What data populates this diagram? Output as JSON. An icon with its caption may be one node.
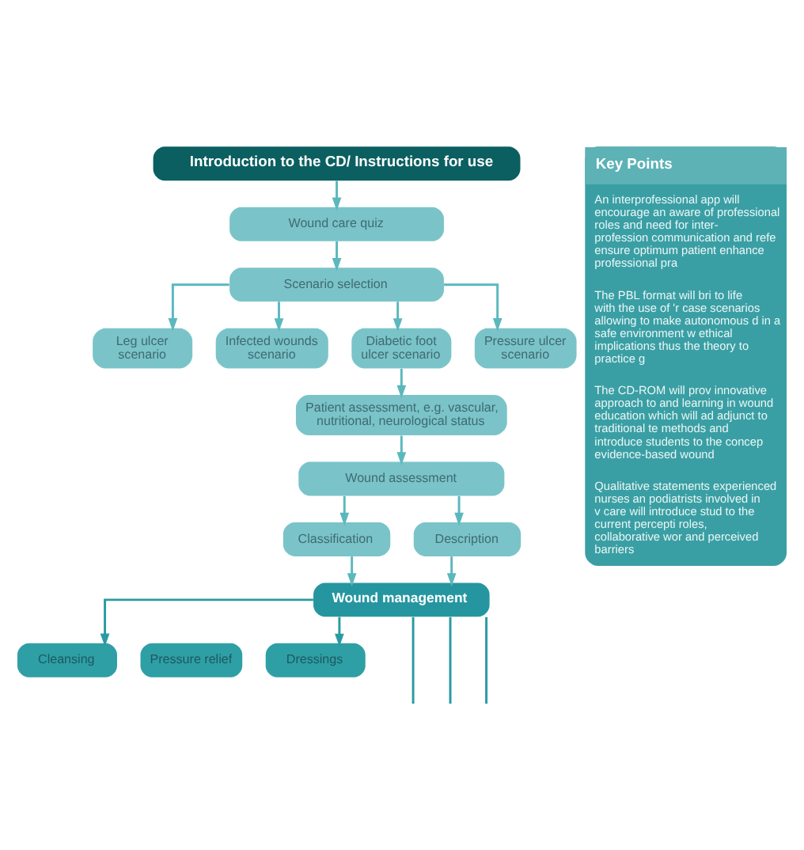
{
  "diagram": {
    "nodes": [
      {
        "text": [
          "Introduction to the CD/ Instructions for use"
        ]
      },
      {
        "text": [
          "Wound care quiz"
        ]
      },
      {
        "text": [
          "Scenario selection"
        ]
      },
      {
        "text": [
          "Leg ulcer scenario"
        ]
      },
      {
        "text": [
          "Infected wounds scenario"
        ]
      },
      {
        "text": [
          "Diabetic foot ulcer scenario"
        ]
      },
      {
        "text": [
          "Pressure ulcer scenario"
        ]
      },
      {
        "text": [
          "Patient assessment, e.g. vascular, nutritional, neurological status"
        ]
      },
      {
        "text": [
          "Wound assessment"
        ]
      },
      {
        "text": [
          "Classification"
        ]
      },
      {
        "text": [
          "Description"
        ]
      },
      {
        "text": [
          "Wound management"
        ]
      },
      {
        "text": [
          "Cleansing"
        ]
      },
      {
        "text": [
          "Pressure relief"
        ]
      },
      {
        "text": [
          "Dressings"
        ]
      },
      {
        "text": [
          "Key Points",
          "An interprofessional app will encourage an aware of professional roles and need for inter-profession communication and refe ensure optimum patient enhance professional pra",
          "The PBL format will bri to life with the use of 'r case scenarios allowing to make autonomous d in a safe environment w ethical implications thus the theory to practice g",
          "The CD-ROM will prov innovative approach to and learning in wound education which will ad adjunct to traditional te methods and introduce students to the concep evidence-based wound",
          "Qualitative statements experienced nurses an podiatrists involved in v care will introduce stud to the current percepti roles, collaborative wor and perceived barriers"
        ]
      }
    ],
    "edges": [
      {
        "from": 0,
        "to": 1,
        "arrow": "to"
      },
      {
        "from": 1,
        "to": 2,
        "arrow": "to"
      },
      {
        "from": 2,
        "to": 3,
        "arrow": "to"
      },
      {
        "from": 2,
        "to": 4,
        "arrow": "to"
      },
      {
        "from": 2,
        "to": 5,
        "arrow": "to"
      },
      {
        "from": 2,
        "to": 6,
        "arrow": "to"
      },
      {
        "from": 5,
        "to": 7,
        "arrow": "to"
      },
      {
        "from": 7,
        "to": 8,
        "arrow": "to"
      },
      {
        "from": 8,
        "to": 9,
        "arrow": "to"
      },
      {
        "from": 8,
        "to": 10,
        "arrow": "to"
      },
      {
        "from": 9,
        "to": 11,
        "arrow": "to"
      },
      {
        "from": 10,
        "to": 11,
        "arrow": "to"
      },
      {
        "from": 11,
        "to": null,
        "arrow": "none",
        "color": "#2a9aa2"
      },
      {
        "from": 11,
        "to": 12,
        "arrow": "to",
        "color": "#2a9aa2"
      },
      {
        "from": 11,
        "to": null,
        "arrow": "none",
        "color": "#2a9aa2"
      },
      {
        "from": 11,
        "to": 14,
        "arrow": "to",
        "color": "#2a9aa2"
      },
      {
        "from": 11,
        "to": null,
        "arrow": "none",
        "color": "#2a9aa2"
      }
    ]
  }
}
